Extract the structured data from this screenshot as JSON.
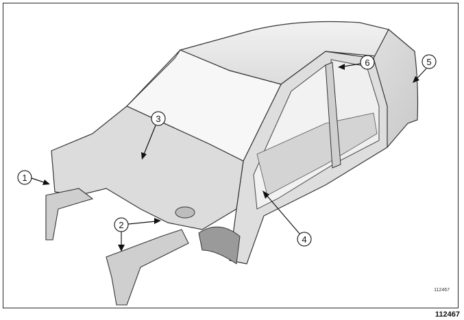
{
  "figure": {
    "reference_small": "112467",
    "reference_large": "112467"
  },
  "callouts": [
    {
      "number": "1"
    },
    {
      "number": "2"
    },
    {
      "number": "3"
    },
    {
      "number": "4"
    },
    {
      "number": "5"
    },
    {
      "number": "6"
    }
  ],
  "colors": {
    "frame": "#222222",
    "body_panel": "#e6e6e6",
    "body_shadow": "#b8b8b8",
    "line": "#333333"
  }
}
